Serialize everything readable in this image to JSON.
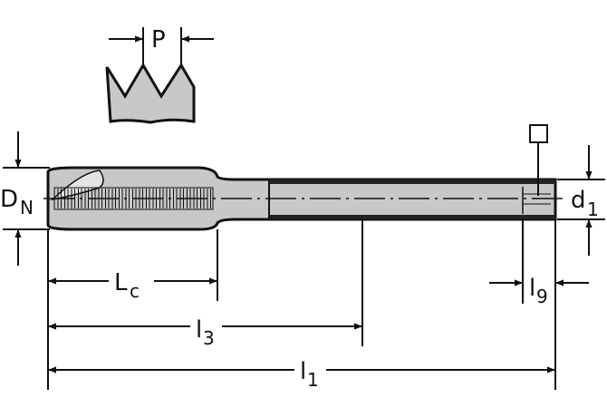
{
  "colors": {
    "line": "#111111",
    "fill": "#c8c8c8",
    "background": "#ffffff"
  },
  "labels": {
    "pitch": "P",
    "nominal_diameter": {
      "main": "D",
      "sub": "N"
    },
    "shank_diameter": {
      "main": "d",
      "sub": "1"
    },
    "chamfer_length": {
      "main": "L",
      "sub": "c"
    },
    "neck_length": {
      "main": "l",
      "sub": "3"
    },
    "total_length": {
      "main": "l",
      "sub": "1"
    },
    "square_length": {
      "main": "l",
      "sub": "9"
    }
  },
  "symbols": {
    "square_drive": "square-icon"
  }
}
